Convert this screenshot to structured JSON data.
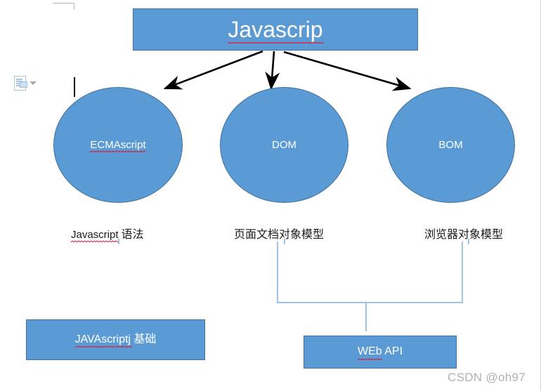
{
  "document": {
    "watermark": "CSDN @oh97"
  },
  "paste_tag": {
    "icon": "paste-options-document-icon",
    "dropdown_icon": "chevron-down-icon"
  },
  "diagram": {
    "title_box": {
      "label": "Javascrip",
      "misspelled": true
    },
    "circles": [
      {
        "label": "ECMAscript",
        "misspelled": true
      },
      {
        "label": "DOM",
        "misspelled": false
      },
      {
        "label": "BOM",
        "misspelled": false
      }
    ],
    "captions": [
      {
        "latin": "Javascript",
        "cjk": " 语法",
        "misspelled": true
      },
      {
        "latin": "",
        "cjk": "页面文档对象模型",
        "misspelled": false
      },
      {
        "latin": "",
        "cjk": "浏览器对象模型",
        "misspelled": false
      }
    ],
    "bottom_boxes": [
      {
        "latin": "JAVAscriptj",
        "cjk": " 基础",
        "misspelled": true
      },
      {
        "latin": "WEb",
        "cjk": " API",
        "misspelled": true
      }
    ]
  },
  "colors": {
    "shape_fill": "#5B9BD5",
    "shape_border": "#41719C",
    "shape_text": "#FFFFFF",
    "arrow": "#000000",
    "bracket_connector": "#9DC3E6",
    "spellcheck_underline": "#E8112D",
    "watermark": "#B0B0B0"
  }
}
